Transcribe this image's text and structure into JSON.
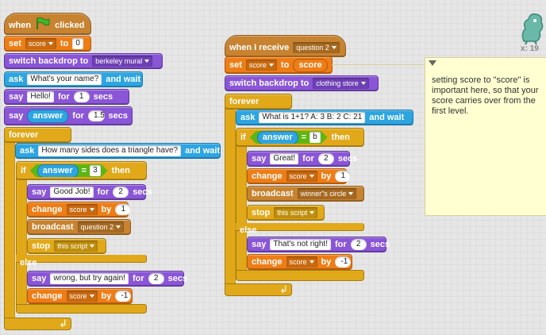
{
  "colors": {
    "events": "#c88330",
    "control": "#e1a91a",
    "looks": "#8a55d7",
    "sensing": "#2ca5e2",
    "data": "#ee7d16",
    "operators": "#5cb712",
    "note": "#ffffd2"
  },
  "script1": {
    "hat": {
      "when": "when",
      "clicked": "clicked",
      "flag_icon": "green-flag-icon"
    },
    "set": {
      "set": "set",
      "var": "score",
      "to": "to",
      "value": "0"
    },
    "backdrop": {
      "label": "switch backdrop to",
      "value": "berkeley mural"
    },
    "ask1": {
      "ask": "ask",
      "text": "What's your name?",
      "wait": "and wait"
    },
    "say_hello": {
      "say": "say",
      "text": "Hello!",
      "for": "for",
      "secs_val": "1",
      "secs": "secs"
    },
    "say_answer": {
      "say": "say",
      "reporter": "answer",
      "for": "for",
      "secs_val": "1.5",
      "secs": "secs"
    },
    "forever": "forever",
    "ask2": {
      "ask": "ask",
      "text": "How many sides does a triangle have?",
      "wait": "and wait"
    },
    "if": {
      "if": "if",
      "reporter": "answer",
      "op": "=",
      "value": "3",
      "then": "then"
    },
    "say_good": {
      "say": "say",
      "text": "Good Job!",
      "for": "for",
      "secs_val": "2",
      "secs": "secs"
    },
    "change1": {
      "change": "change",
      "var": "score",
      "by": "by",
      "value": "1"
    },
    "broadcast": {
      "label": "broadcast",
      "value": "question 2"
    },
    "stop": {
      "label": "stop",
      "value": "this script"
    },
    "else": "else",
    "say_wrong": {
      "say": "say",
      "text": "wrong, but try again!",
      "for": "for",
      "secs_val": "2",
      "secs": "secs"
    },
    "change2": {
      "change": "change",
      "var": "score",
      "by": "by",
      "value": "-1"
    }
  },
  "script2": {
    "hat": {
      "label": "when I receive",
      "value": "question 2"
    },
    "set": {
      "set": "set",
      "var": "score",
      "to": "to",
      "reporter": "score"
    },
    "backdrop": {
      "label": "switch backdrop to",
      "value": "clothing store"
    },
    "forever": "forever",
    "ask": {
      "ask": "ask",
      "text": "What is 1+1?  A: 3  B: 2 C: 21",
      "wait": "and wait"
    },
    "if": {
      "if": "if",
      "reporter": "answer",
      "op": "=",
      "value": "b",
      "then": "then"
    },
    "say_great": {
      "say": "say",
      "text": "Great!",
      "for": "for",
      "secs_val": "2",
      "secs": "secs"
    },
    "change1": {
      "change": "change",
      "var": "score",
      "by": "by",
      "value": "1"
    },
    "broadcast": {
      "label": "broadcast",
      "value": "winner\"s circle"
    },
    "stop": {
      "label": "stop",
      "value": "this script"
    },
    "else": "else",
    "say_wrong": {
      "say": "say",
      "text": "That's not right!",
      "for": "for",
      "secs_val": "2",
      "secs": "secs"
    },
    "change2": {
      "change": "change",
      "var": "score",
      "by": "by",
      "value": "-1"
    }
  },
  "note": {
    "text": "setting score to \"score\" is important here, so that your score carries over from the first level."
  },
  "sprite": {
    "coord": "x: 19"
  }
}
